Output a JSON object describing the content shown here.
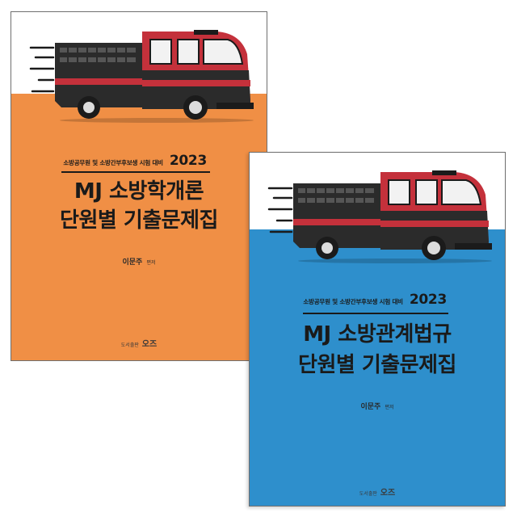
{
  "books": [
    {
      "subtitle": "소방공무원 및 소방간부후보생 시험 대비",
      "year": "2023",
      "title_line1": "MJ 소방학개론",
      "title_line2": "단원별 기출문제집",
      "author": "이문주",
      "author_role": "편저",
      "publisher_prefix": "도서출판",
      "publisher_name": "오즈",
      "accent_color": "#f08f45"
    },
    {
      "subtitle": "소방공무원 및 소방간부후보생 시험 대비",
      "year": "2023",
      "title_line1": "MJ 소방관계법규",
      "title_line2": "단원별 기출문제집",
      "author": "이문주",
      "author_role": "편저",
      "publisher_prefix": "도서출판",
      "publisher_name": "오즈",
      "accent_color": "#2e8fcc"
    }
  ]
}
